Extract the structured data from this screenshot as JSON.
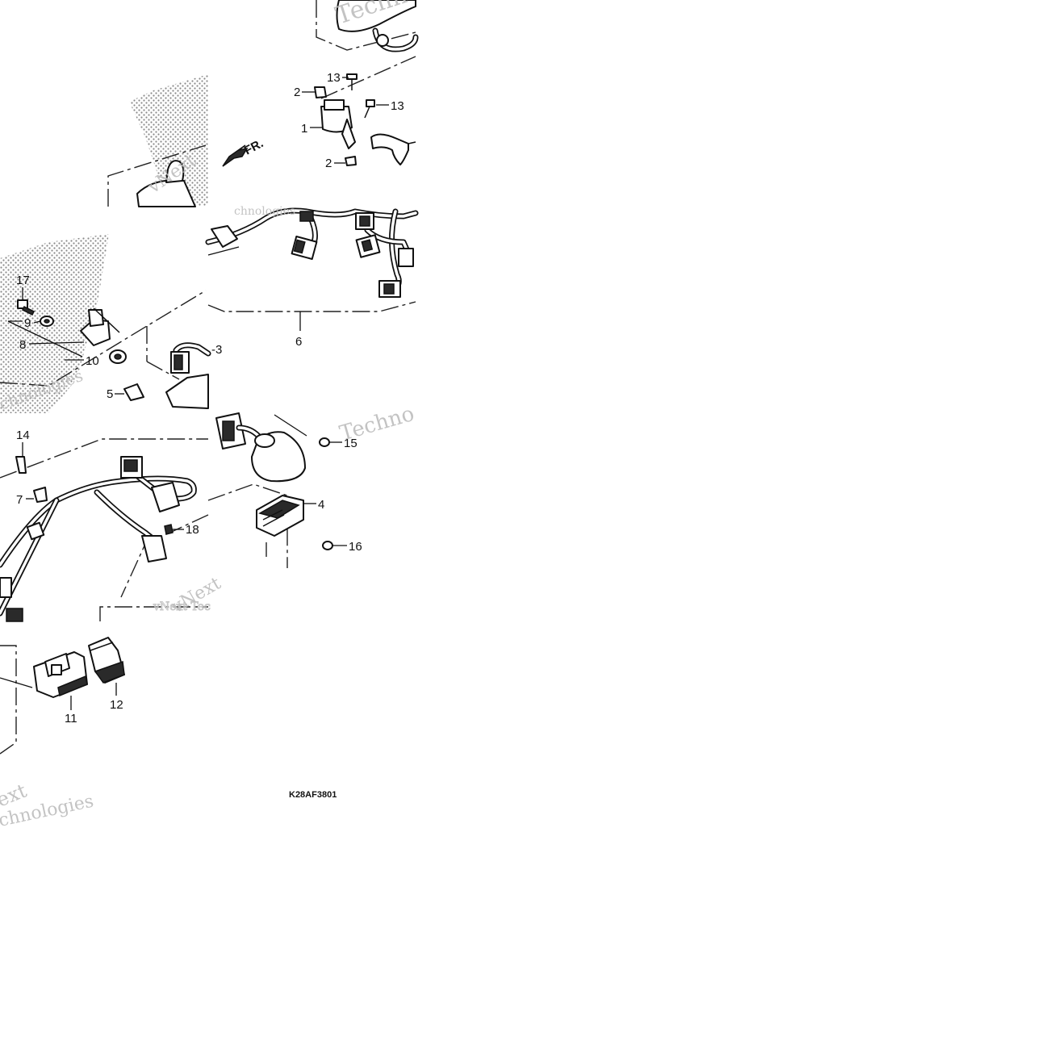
{
  "diagram": {
    "figure_code": "K28AF3801",
    "direction_label": "FR.",
    "watermark": {
      "text_a": "vNext",
      "text_b": "Technologies",
      "text_c": "Techno",
      "text_d": "chnologies",
      "text_e": "ext"
    },
    "callouts": [
      "1",
      "2",
      "2",
      "3",
      "4",
      "5",
      "6",
      "7",
      "8",
      "9",
      "10",
      "11",
      "12",
      "13",
      "13",
      "14",
      "15",
      "16",
      "17",
      "18"
    ]
  }
}
